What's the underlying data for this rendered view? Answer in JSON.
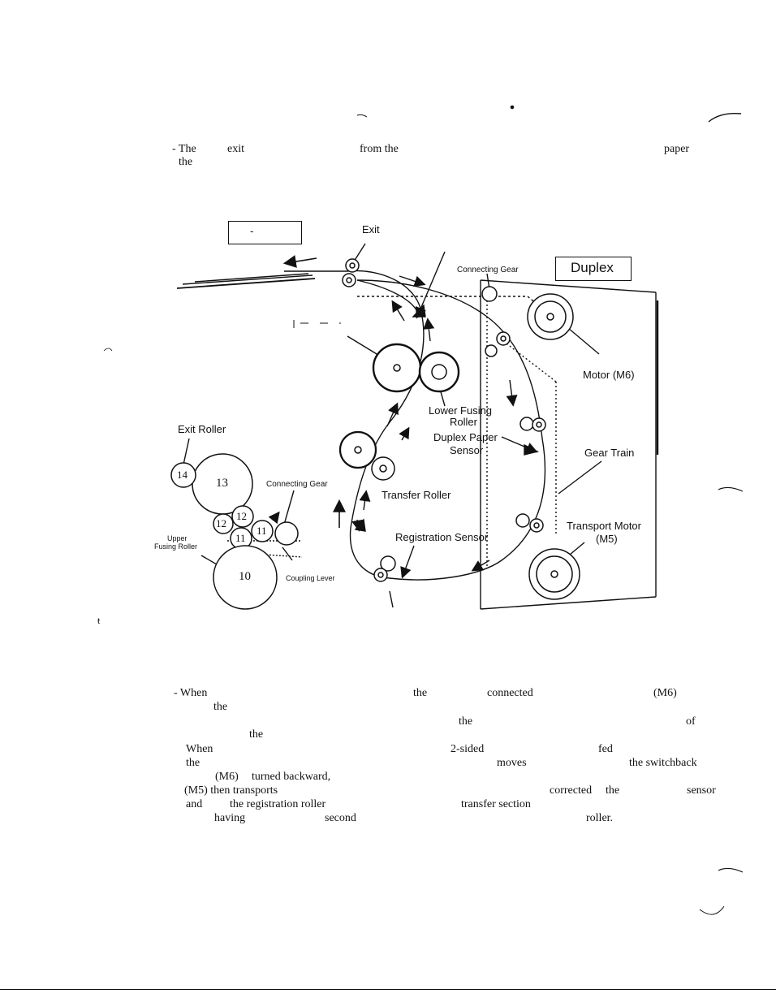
{
  "paragraph1": {
    "line1": [
      "- The",
      "exit",
      "from the",
      "paper"
    ],
    "line2": [
      "the"
    ]
  },
  "diagram": {
    "blank_box_text": "-",
    "duplex_box": "Duplex",
    "labels": {
      "exit": "Exit",
      "connecting_gear_top": "Connecting Gear",
      "motor_m6": "Motor (M6)",
      "lower_fusing_roller_1": "Lower Fusing",
      "lower_fusing_roller_2": "Roller",
      "duplex_paper_sensor_1": "Duplex Paper",
      "duplex_paper_sensor_2": "Sensor",
      "gear_train": "Gear Train",
      "exit_roller": "Exit Roller",
      "connecting_gear_left": "Connecting Gear",
      "transfer_roller": "Transfer Roller",
      "transport_motor_1": "Transport Motor",
      "transport_motor_2": "(M5)",
      "registration_sensor": "Registration Sensor",
      "upper_fusing_roller_1": "Upper",
      "upper_fusing_roller_2": "Fusing Roller",
      "coupling_lever": "Coupling Lever"
    },
    "gear_numbers": [
      "14",
      "13",
      "12",
      "12",
      "11",
      "11",
      "10"
    ]
  },
  "paragraph2": {
    "line1": [
      "- When",
      "the",
      "connected",
      "(M6)"
    ],
    "line2": [
      "the"
    ],
    "line3": [
      "the",
      "of"
    ],
    "line4": [
      "the"
    ],
    "line5": [
      "When",
      "2-sided",
      "fed"
    ],
    "line6": [
      "the",
      "moves",
      "the switchback"
    ],
    "line7": [
      "(M6)",
      "turned backward,"
    ],
    "line8": [
      "(M5) then transports",
      "corrected",
      "the",
      "sensor"
    ],
    "line9": [
      "and",
      "the registration roller",
      "transfer section"
    ],
    "line10": [
      "having",
      "second",
      "roller."
    ]
  }
}
